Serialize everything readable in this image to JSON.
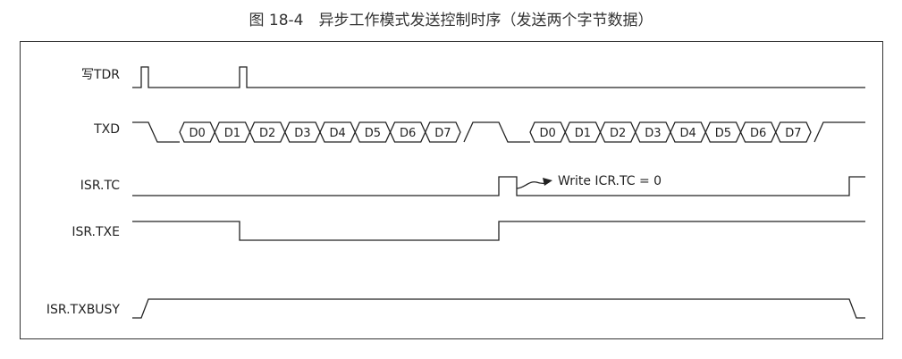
{
  "title": "图 18-4　异步工作模式发送控制时序（发送两个字节数据）",
  "signals": {
    "wtdr": "写TDR",
    "txd": "TXD",
    "isr_tc": "ISR.TC",
    "isr_txe": "ISR.TXE",
    "isr_txbusy": "ISR.TXBUSY"
  },
  "bytes": [
    [
      "D0",
      "D1",
      "D2",
      "D3",
      "D4",
      "D5",
      "D6",
      "D7"
    ],
    [
      "D0",
      "D1",
      "D2",
      "D3",
      "D4",
      "D5",
      "D6",
      "D7"
    ]
  ],
  "annotation": "Write ICR.TC = 0"
}
